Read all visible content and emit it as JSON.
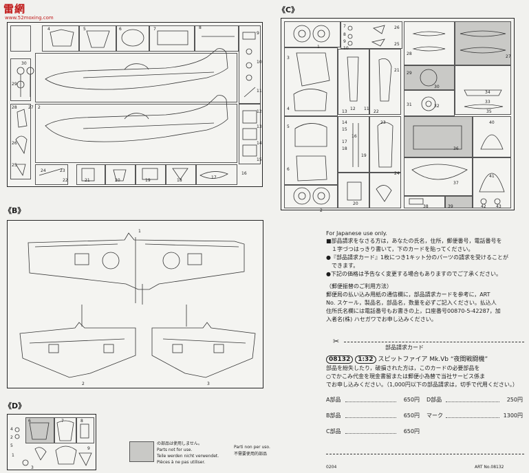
{
  "watermark": {
    "cn": "雷網",
    "url": "www.52moxing.com"
  },
  "sections": {
    "a_label": "",
    "b_label": "《B》",
    "c_label": "《C》",
    "d_label": "《D》"
  },
  "frame_a": {
    "part_numbers": [
      "2",
      "4",
      "5",
      "6",
      "7",
      "8",
      "9",
      "10",
      "11",
      "12",
      "13",
      "14",
      "15",
      "16",
      "17",
      "18",
      "19",
      "20",
      "21",
      "22",
      "23",
      "24",
      "25",
      "26",
      "27",
      "28",
      "29",
      "30"
    ]
  },
  "frame_b": {
    "part_numbers": [
      "1",
      "2",
      "3"
    ]
  },
  "frame_c": {
    "part_numbers": [
      "1",
      "2",
      "3",
      "4",
      "5",
      "6",
      "7",
      "8",
      "9",
      "10",
      "11",
      "12",
      "13",
      "14",
      "15",
      "16",
      "17",
      "18",
      "19",
      "20",
      "21",
      "22",
      "23",
      "24",
      "25",
      "26",
      "27",
      "28",
      "29",
      "30",
      "31",
      "32",
      "33",
      "34",
      "35",
      "36",
      "37",
      "38",
      "39",
      "40",
      "41",
      "42",
      "43"
    ]
  },
  "frame_d": {
    "part_numbers": [
      "1",
      "2",
      "3",
      "4",
      "5",
      "6",
      "7",
      "8",
      "9"
    ]
  },
  "legend": {
    "jp": "の部品は使用しません。",
    "en": "Parts not for use.",
    "de": "Teile werden nicht verwendet.",
    "fr": "Pièces à ne pas utiliser.",
    "it": "Parti non per uso.",
    "cn": "不需要使用的部品"
  },
  "order_info": {
    "heading": "For Japanese use only.",
    "lines": [
      "■部品請求をなさる方は，あなたの氏名，住所，郵便番号，電話番号を",
      "　１字づつはっきり書いて，下のカードを貼ってください。",
      "●『部品請求カード』1枚につき1キット分のパーツの請求を受けることが",
      "　できます。",
      "●下記の価格は予告なく変更する場合もありますのでご了承ください。"
    ],
    "transfer_title": "（郵便振替のご利用方法）",
    "transfer_lines": [
      "郵便局の払い込み用紙の通信欄に，部品請求カードを参考に，ART",
      "No. スケール，製品名，部品名，数量を必ずご記入ください。払込人",
      "住所氏名欄には電話番号もお書きの上，口座番号00870-5-42287，加",
      "入者名(株) ハセガワでお申し込みください。"
    ]
  },
  "card": {
    "title": "部品請求カード",
    "item_no": "08132",
    "scale": "1:32",
    "product": "スピットファイア Mk.Vb “夜間戦闘機”",
    "desc_lines": [
      "部品を紛失したり，破損された方は，このカードの必要部品を",
      "○でかこみ代金を現金書留または郵便小為替で当社サービス係ま",
      "でお申し込みください。（1,000円以下の部品請求は，切手で代用ください。）"
    ],
    "prices": [
      {
        "label": "A部品",
        "price": "650円"
      },
      {
        "label": "D部品",
        "price": "250円"
      },
      {
        "label": "B部品",
        "price": "650円"
      },
      {
        "label": "マーク",
        "price": "1300円"
      },
      {
        "label": "C部品",
        "price": "650円"
      }
    ],
    "footer_code": "0204",
    "art_no": "ART No.08132"
  },
  "colors": {
    "frame_line": "#222222",
    "shaded": "#c9c9c6",
    "watermark": "#c01818"
  }
}
